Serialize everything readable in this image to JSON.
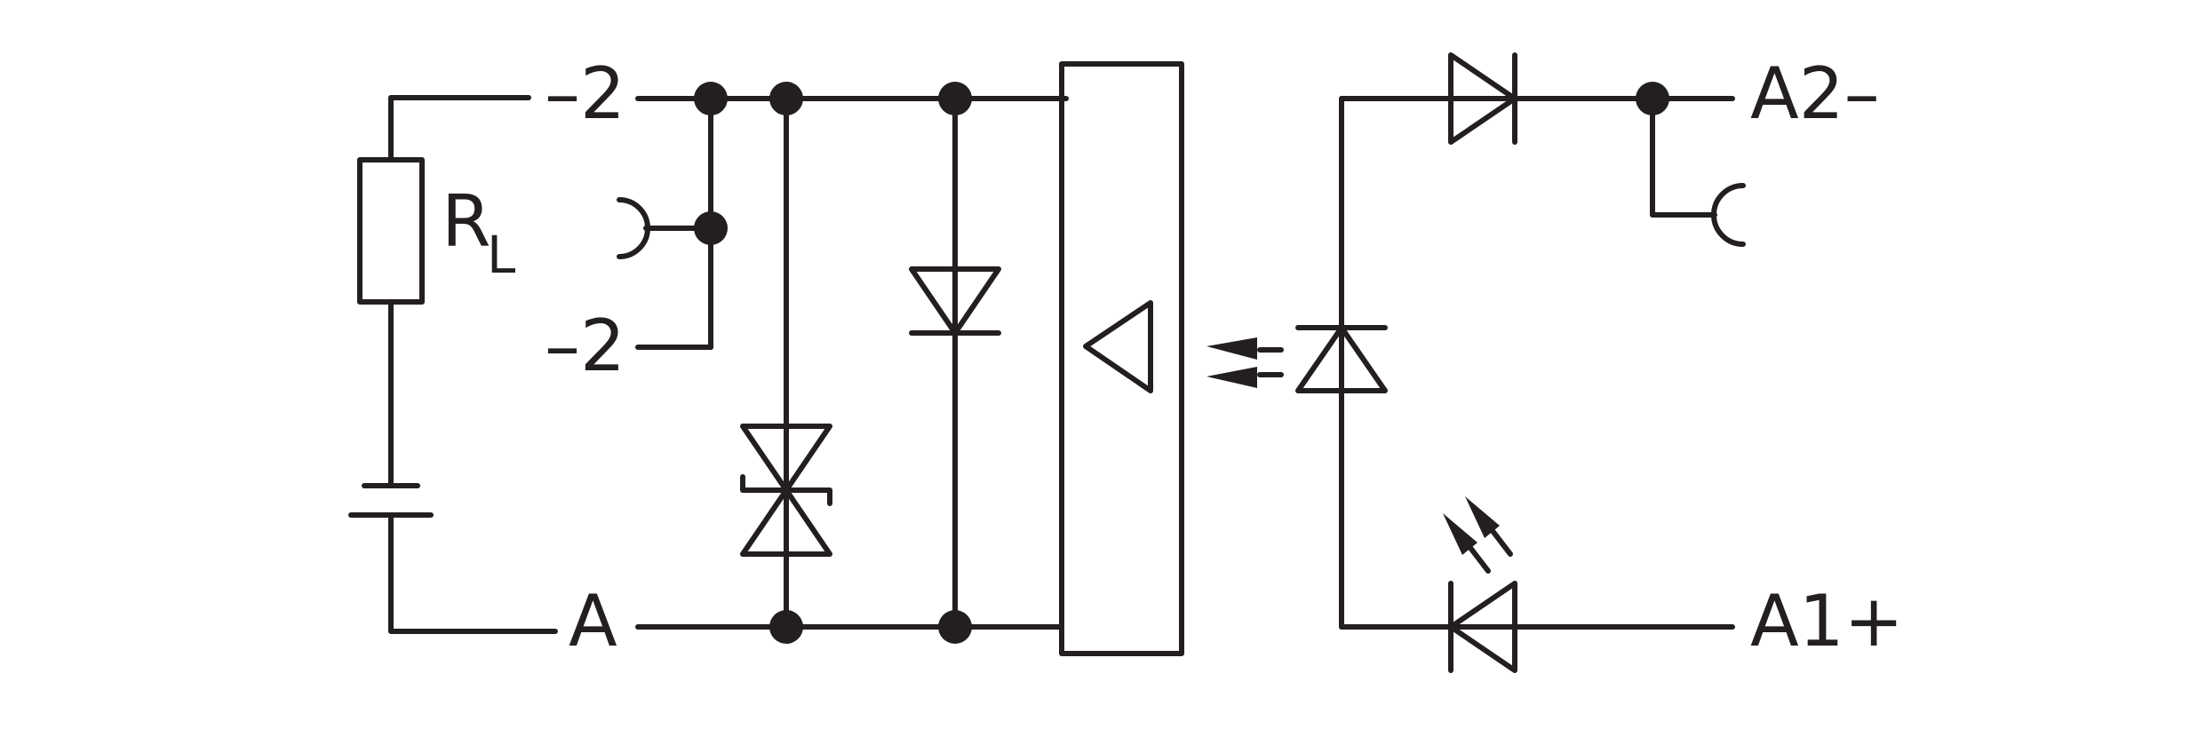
{
  "labels": {
    "top_left_terminal": "–2",
    "mid_left_terminal": "–2",
    "bottom_left_terminal": "A",
    "load_resistor_main": "R",
    "load_resistor_sub": "L",
    "top_right_terminal": "A2–",
    "bottom_right_terminal": "A1+"
  },
  "colors": {
    "line": "#231f20",
    "background": "#ffffff"
  }
}
